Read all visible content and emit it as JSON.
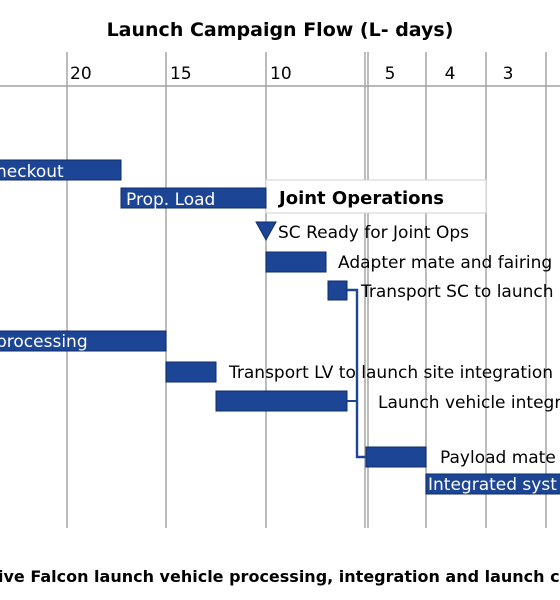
{
  "chart": {
    "title": "Launch Campaign Flow (L- days)",
    "caption": "ive Falcon launch vehicle processing, integration and launch c",
    "tick_labels": [
      "20",
      "15",
      "10",
      "5",
      "4",
      "3"
    ],
    "joint_ops_label": "Joint Operations",
    "milestone_label": "SC Ready for Joint Ops",
    "colors": {
      "bar": "#1c4595",
      "bar_edge": "#0f2a66",
      "grid": "#a0a0a0",
      "connector": "#1c4595"
    }
  },
  "chart_data": {
    "type": "gantt",
    "title": "Launch Campaign Flow (L- days)",
    "x_axis": {
      "ticks": [
        20,
        15,
        10,
        5,
        4,
        3
      ],
      "direction": "L- days decreasing left to right"
    },
    "tasks": [
      {
        "label": "heckout",
        "label_inside": true
      },
      {
        "label": "Prop. Load",
        "label_inside": true
      },
      {
        "label": "Adapter mate and fairing"
      },
      {
        "label": "Transport SC to launch"
      },
      {
        "label": "processing",
        "label_inside": true
      },
      {
        "label": "Transport LV to launch site integration"
      },
      {
        "label": "Launch vehicle integr"
      },
      {
        "label": "Payload mate"
      },
      {
        "label": "Integrated syst",
        "label_inside": true
      }
    ],
    "milestones": [
      {
        "label": "SC Ready for Joint Ops",
        "day": 10
      }
    ],
    "annotations": [
      "Joint Operations"
    ]
  }
}
